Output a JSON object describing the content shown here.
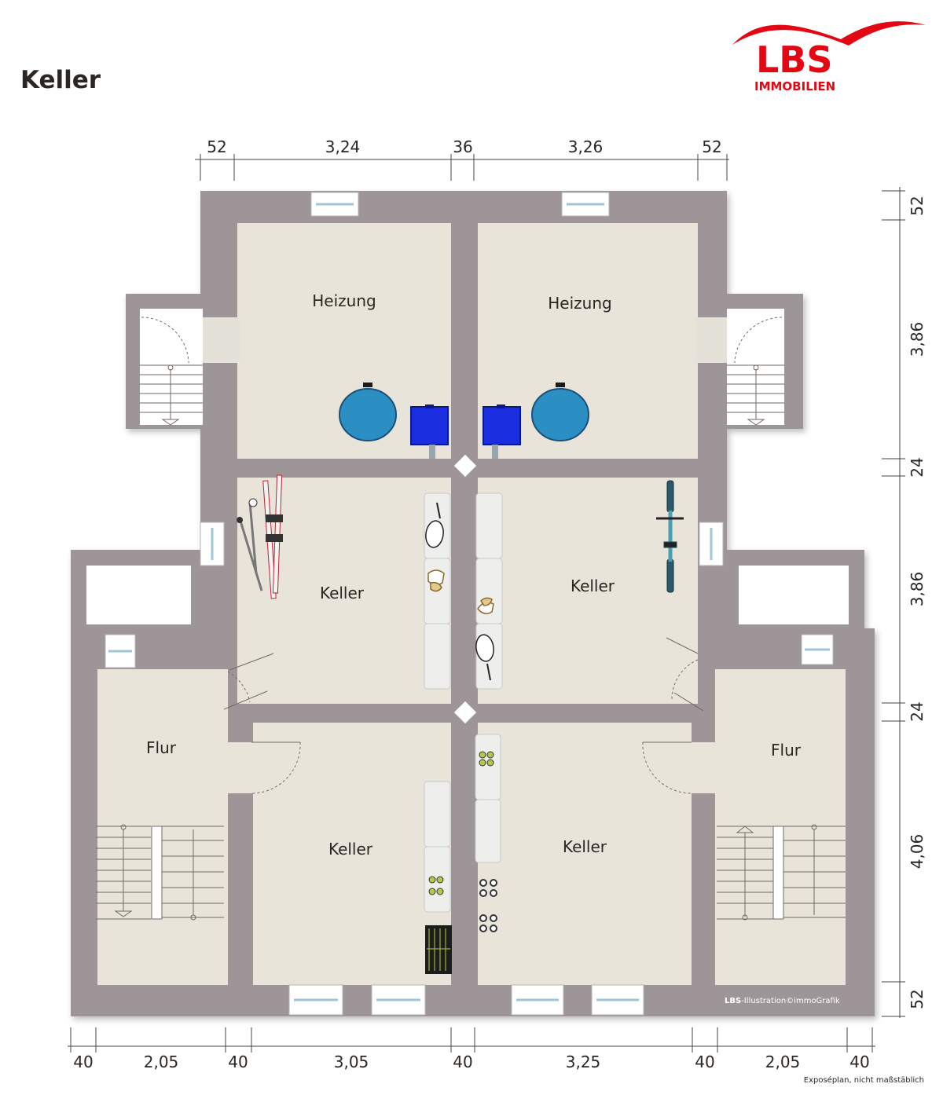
{
  "header": {
    "title": "Keller"
  },
  "logo": {
    "brand": "LBS",
    "sub": "IMMOBILIEN",
    "brand_color": "#e30613"
  },
  "colors": {
    "wall": "#9e9598",
    "floor": "#e8e4da",
    "tank": "#2b8fc4",
    "pump": "#1a2ee0"
  },
  "rooms": {
    "heizung_left": "Heizung",
    "heizung_right": "Heizung",
    "keller_mid_left": "Keller",
    "keller_mid_right": "Keller",
    "keller_low_left": "Keller",
    "keller_low_right": "Keller",
    "flur_left": "Flur",
    "flur_right": "Flur"
  },
  "dimensions": {
    "top": [
      "52",
      "3,24",
      "36",
      "3,26",
      "52"
    ],
    "right": [
      "52",
      "3,86",
      "24",
      "3,86",
      "24",
      "4,06",
      "52"
    ],
    "bottom": [
      "40",
      "2,05",
      "40",
      "3,05",
      "40",
      "3,25",
      "40",
      "2,05",
      "40"
    ]
  },
  "credit": {
    "brand": "LBS",
    "text": "-Illustration©immoGrafik"
  },
  "footnote": "Exposéplan, nicht maßstäblich",
  "icons": [
    "stairs-icon",
    "tank-icon",
    "pump-icon",
    "ski-icon",
    "bicycle-icon",
    "tennis-racket-icon",
    "shoes-icon",
    "bottles-icon",
    "door-swing-icon",
    "window-icon"
  ]
}
